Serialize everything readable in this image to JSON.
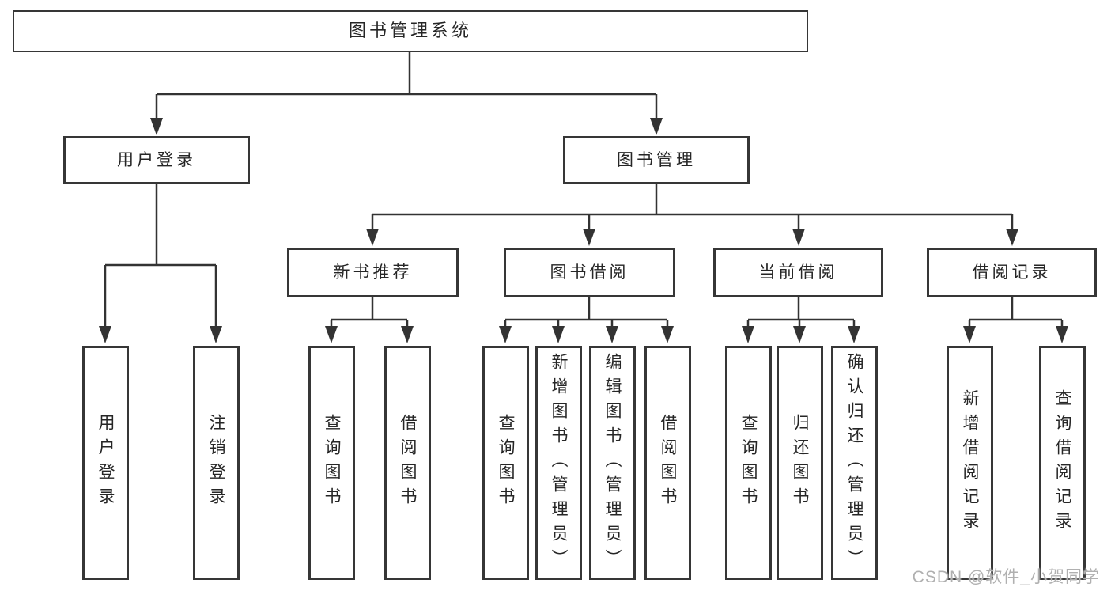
{
  "title": "图书管理系统",
  "watermark": "CSDN @软件_小贺同学",
  "colors": {
    "line": "#333333",
    "box_border": "#363636",
    "box_fill": "#ffffff",
    "text": "#262626",
    "watermark": "#b0b0b0"
  },
  "tree": {
    "root": "图书管理系统",
    "branches": [
      {
        "label": "用户登录",
        "children": [
          {
            "label": "用户登录"
          },
          {
            "label": "注销登录"
          }
        ]
      },
      {
        "label": "图书管理",
        "children": [
          {
            "label": "新书推荐",
            "children": [
              {
                "label": "查询图书"
              },
              {
                "label": "借阅图书"
              }
            ]
          },
          {
            "label": "图书借阅",
            "children": [
              {
                "label": "查询图书"
              },
              {
                "label": "新增图书（管理员）"
              },
              {
                "label": "编辑图书（管理员）"
              },
              {
                "label": "借阅图书"
              }
            ]
          },
          {
            "label": "当前借阅",
            "children": [
              {
                "label": "查询图书"
              },
              {
                "label": "归还图书"
              },
              {
                "label": "确认归还（管理员）"
              }
            ]
          },
          {
            "label": "借阅记录",
            "children": [
              {
                "label": "新增借阅记录"
              },
              {
                "label": "查询借阅记录"
              }
            ]
          }
        ]
      }
    ]
  }
}
